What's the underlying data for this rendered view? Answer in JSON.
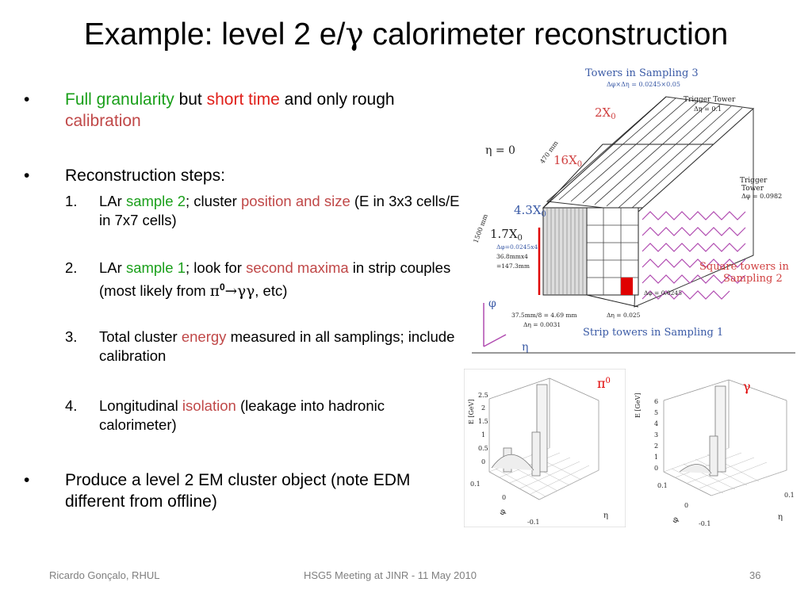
{
  "slide": {
    "title_pre": "Example: level 2 e/",
    "title_sym": "γ",
    "title_post": " calorimeter reconstruction"
  },
  "bullets": {
    "b1": {
      "p1": "Full granularity",
      "p2": " but ",
      "p3": "short time",
      "p4": " and only rough ",
      "p5": "calibration"
    },
    "b2": {
      "text": "Reconstruction steps:"
    },
    "b3": {
      "text": "Produce a level 2 EM cluster object (note EDM different from offline)"
    }
  },
  "steps": [
    {
      "num": "1.",
      "p1": "LAr ",
      "p2": "sample 2",
      "p3": "; cluster ",
      "p4": "position and size",
      "p5": " (E in 3x3 cells/E in 7x7 cells)"
    },
    {
      "num": "2.",
      "p1": "LAr ",
      "p2": "sample 1",
      "p3": "; look for ",
      "p4": "second maxima",
      "p5": " in strip couples (most likely from ",
      "p6": "π",
      "p7": "0",
      "p8": "→γγ",
      "p9": ", etc)"
    },
    {
      "num": "3.",
      "p1": "Total cluster ",
      "p2": "energy",
      "p3": " measured in all samplings; include calibration"
    },
    {
      "num": "4.",
      "p1": "Longitudinal ",
      "p2": "isolation",
      "p3": " (leakage into hadronic calorimeter)"
    }
  ],
  "footer": {
    "author": "Ricardo Gonçalo, RHUL",
    "meeting": "HSG5 Meeting at JINR - 11 May 2010",
    "page": "36"
  },
  "diagram": {
    "towers_s3": "Towers in Sampling 3",
    "towers_s3_sub": "Δφ×Δη = 0.0245×0.05",
    "trigger_tower": "Trigger Tower",
    "trigger_tower_sub": "Δη = 0.1",
    "trigger_tower_right_1": "Trigger",
    "trigger_tower_right_2": "Tower",
    "trigger_tower_right_3": "Δφ = 0.0982",
    "x0_2": "2X",
    "x0_16": "16X",
    "x0_43": "4.3X",
    "x0_17": "1.7X",
    "x0_sub": "0",
    "eta0": "η = 0",
    "mm470": "470 mm",
    "mm1500": "1500 mm",
    "strip_dims_1": "Δφ=0.0245x4",
    "strip_dims_2": "36.8mmx4",
    "strip_dims_3": "=147.3mm",
    "square_towers_1": "Square towers in",
    "square_towers_2": "Sampling 2",
    "dphi_s2": "Δφ = 0.0245",
    "deta_s2": "Δη = 0.025",
    "strip_size_1": "37.5mm/8 = 4.69 mm",
    "strip_size_2": "Δη = 0.0031",
    "strip_towers": "Strip towers in Sampling 1",
    "axis_phi": "φ",
    "axis_eta": "η"
  },
  "plots": {
    "left": {
      "label": "π",
      "label_sup": "0",
      "zlabel": "E [GeV]",
      "zticks": [
        "2.5",
        "2",
        "1.5",
        "1",
        "0.5",
        "0"
      ],
      "phi_ticks": [
        "0.1",
        "0",
        "-0.1"
      ],
      "eta_label": "η",
      "phi_label": "φ"
    },
    "right": {
      "label": "γ",
      "zlabel": "E [GeV]",
      "zticks": [
        "6",
        "5",
        "4",
        "3",
        "2",
        "1",
        "0"
      ],
      "phi_ticks": [
        "0.1",
        "0",
        "-0.1"
      ],
      "eta_tick": "0.1",
      "eta_label": "η",
      "phi_label": "φ"
    }
  }
}
